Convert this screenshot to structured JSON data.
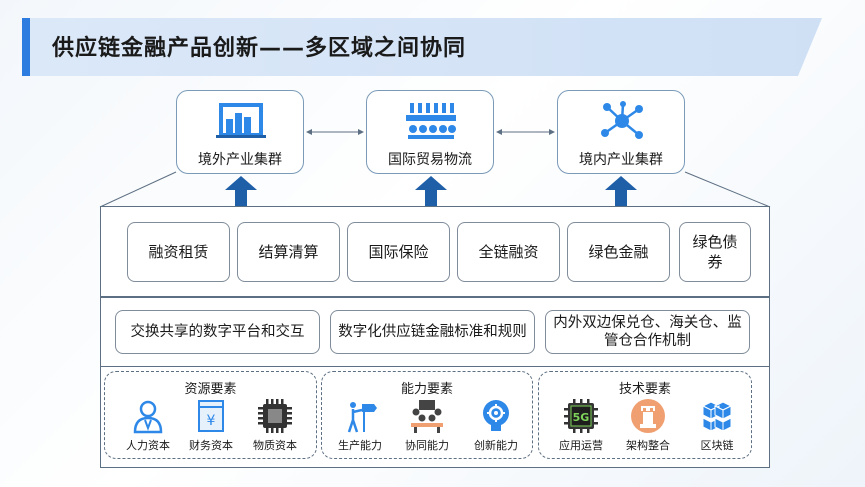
{
  "title": "供应链金融产品创新——多区域之间协同",
  "top_nodes": [
    {
      "label": "境外产业集群",
      "icon": "bar-chart-icon"
    },
    {
      "label": "国际贸易物流",
      "icon": "circuit-icon"
    },
    {
      "label": "境内产业集群",
      "icon": "network-icon"
    }
  ],
  "financial_products": [
    "融资租赁",
    "结算清算",
    "国际保险",
    "全链融资",
    "绿色金融",
    "绿色债券"
  ],
  "mechanisms": [
    "交换共享的数字平台和交互",
    "数字化供应链金融标准和规则",
    "内外双边保兑仓、海关仓、监管仓合作机制"
  ],
  "element_groups": [
    {
      "title": "资源要素",
      "items": [
        {
          "label": "人力资本",
          "icon": "person-icon"
        },
        {
          "label": "财务资本",
          "icon": "money-icon"
        },
        {
          "label": "物质资本",
          "icon": "chip-icon"
        }
      ]
    },
    {
      "title": "能力要素",
      "items": [
        {
          "label": "生产能力",
          "icon": "signpost-icon"
        },
        {
          "label": "协同能力",
          "icon": "meeting-icon"
        },
        {
          "label": "创新能力",
          "icon": "lightbulb-gear-icon"
        }
      ]
    },
    {
      "title": "技术要素",
      "items": [
        {
          "label": "应用运营",
          "icon": "5g-chip-icon"
        },
        {
          "label": "架构整合",
          "icon": "chess-rook-icon"
        },
        {
          "label": "区块链",
          "icon": "blocks-icon"
        }
      ]
    }
  ],
  "icon_text": {
    "five_g": "5G"
  },
  "colors": {
    "accent": "#2d7de0",
    "arrow": "#1f5fa8",
    "orange": "#f0a070"
  }
}
